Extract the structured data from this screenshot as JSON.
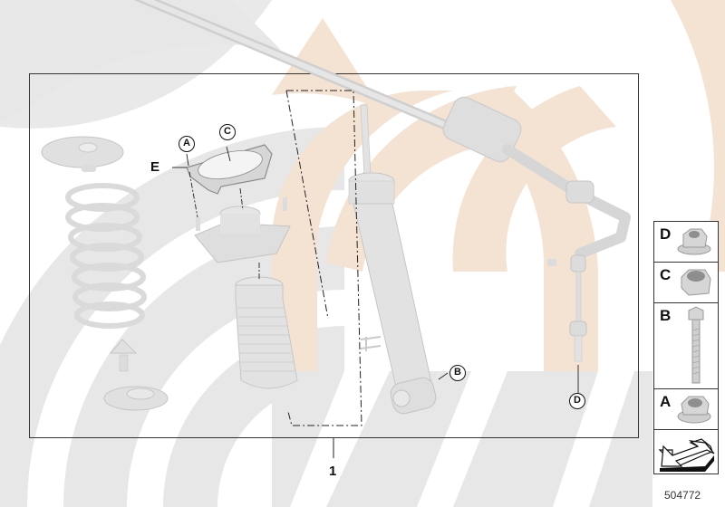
{
  "diagram": {
    "type": "parts-exploded-view",
    "subject": "rear suspension shock absorber / spring repair kit",
    "background_colors": {
      "gray_arc": "#e6e7e6",
      "beige_arc": "#f4e3d3",
      "part_fill": "#e2e2e2",
      "frame": "#333333"
    },
    "callouts": [
      {
        "id": "A",
        "label": "A",
        "target": "gasket bolt hole"
      },
      {
        "id": "C",
        "label": "C",
        "target": "gasket"
      },
      {
        "id": "B",
        "label": "B",
        "target": "shock absorber lower eye"
      },
      {
        "id": "D",
        "label": "D",
        "target": "stabilizer link lower stud"
      }
    ],
    "plain_labels": [
      {
        "id": "E",
        "label": "E",
        "target": "gasket"
      },
      {
        "id": "1",
        "label": "1",
        "target": "complete kit"
      }
    ],
    "legend": {
      "items": [
        {
          "letter": "D",
          "part": "flange nut (collar)"
        },
        {
          "letter": "C",
          "part": "self-locking hex nut"
        },
        {
          "letter": "B",
          "part": "hex flange bolt"
        },
        {
          "letter": "A",
          "part": "hex flange nut"
        }
      ],
      "direction_icon": "vehicle-direction-arrow-icon"
    },
    "image_id": "504772"
  }
}
